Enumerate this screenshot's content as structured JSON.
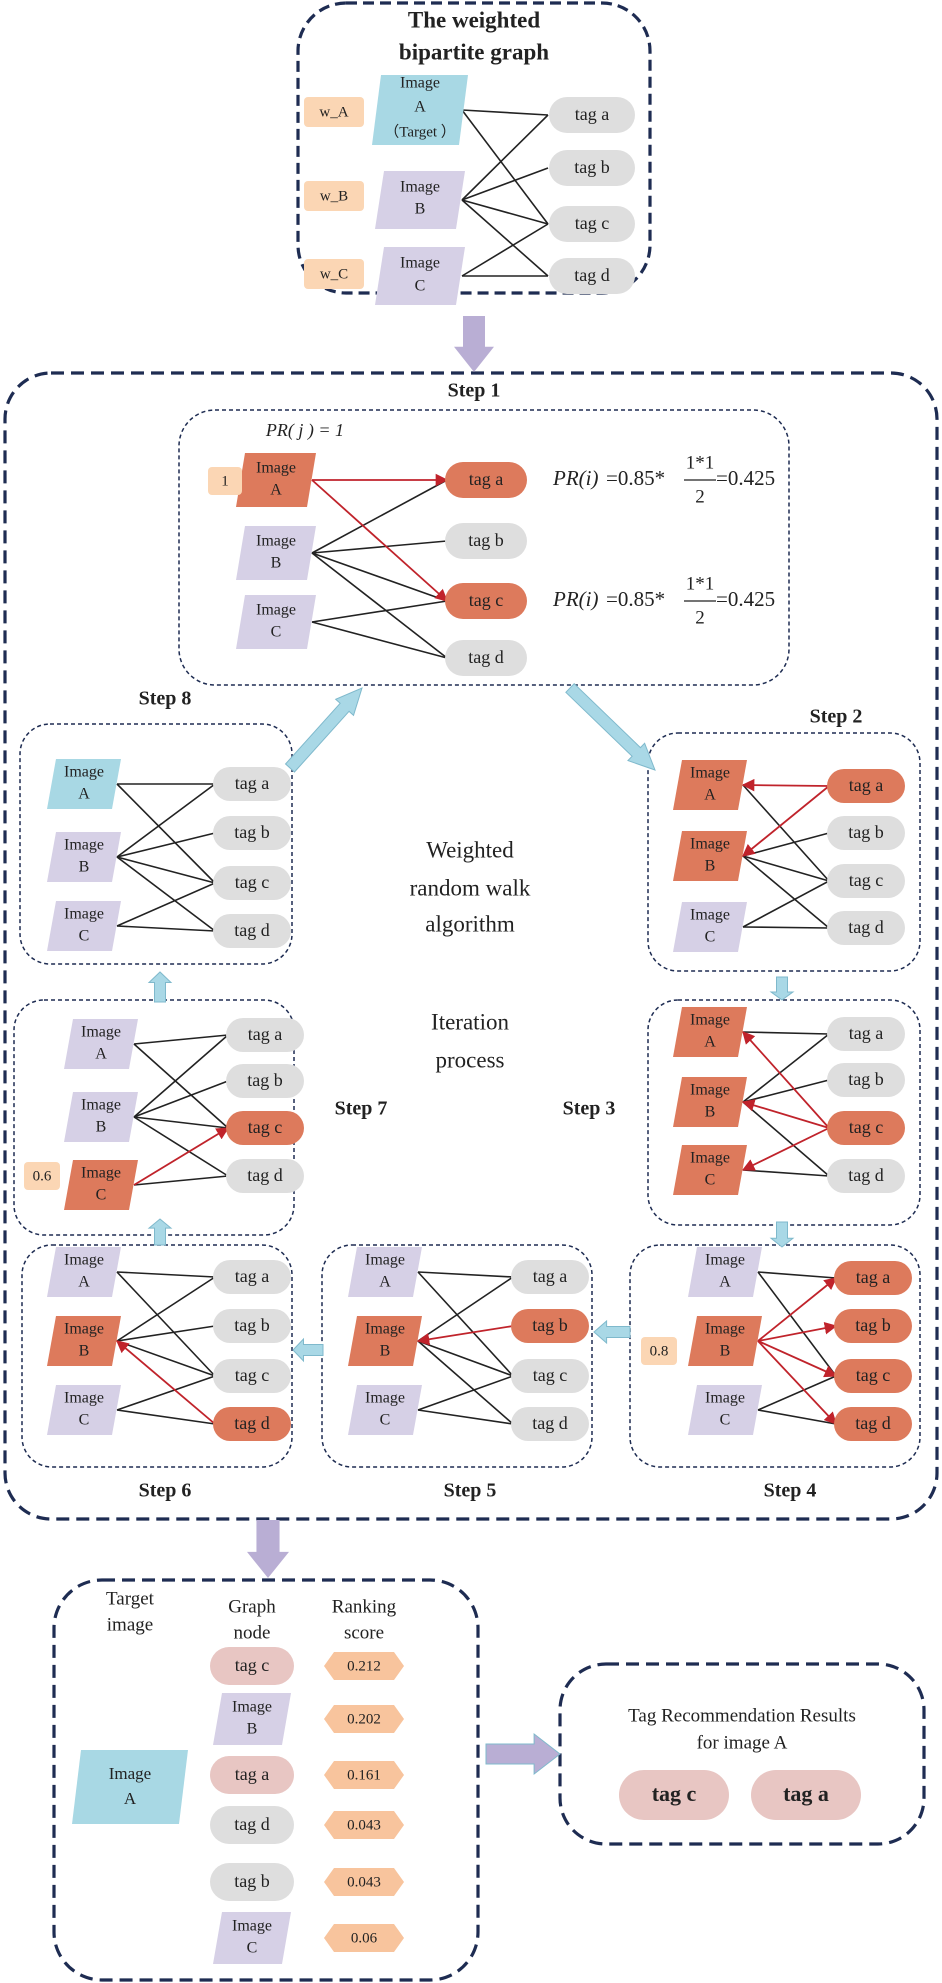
{
  "colors": {
    "frame": "#1e2c52",
    "line": "#222222",
    "arrow_red": "#c0232b",
    "image_target": "#a8d8e4",
    "image_default": "#d6d0e6",
    "image_active": "#dd7a5c",
    "tag_default": "#dedede",
    "tag_active": "#dd7a5c",
    "tag_result": "#e8c6c3",
    "weight_box": "#fbd6b4",
    "score_box": "#f8c49d",
    "block_arrow_purple": "#b9aed4",
    "block_arrow_blue": "#a9d8e6"
  },
  "top": {
    "title_line1": "The weighted",
    "title_line2": "bipartite graph",
    "weights": [
      "w_A",
      "w_B",
      "w_C"
    ],
    "images": [
      {
        "line1": "Image",
        "line2": "A",
        "line3": "（Target ）"
      },
      {
        "line1": "Image",
        "line2": "B"
      },
      {
        "line1": "Image",
        "line2": "C"
      }
    ],
    "tags": [
      "tag a",
      "tag b",
      "tag c",
      "tag d"
    ]
  },
  "image_labels": {
    "word": "Image",
    "a": "A",
    "b": "B",
    "c": "C"
  },
  "tags": [
    "tag a",
    "tag b",
    "tag c",
    "tag d"
  ],
  "steps": {
    "s1": "Step 1",
    "s2": "Step 2",
    "s3": "Step 3",
    "s4": "Step 4",
    "s5": "Step 5",
    "s6": "Step 6",
    "s7": "Step 7",
    "s8": "Step 8"
  },
  "step1": {
    "pr_j": "PR( j ) = 1",
    "weight": "1",
    "formula_lhs": "PR(i)",
    "formula_mid": "=0.85*",
    "formula_num": "1*1",
    "formula_den": "2",
    "formula_res": "=0.425"
  },
  "step4_weight": "0.8",
  "step7_weight": "0.6",
  "center": {
    "line1": "Weighted",
    "line2": "random walk",
    "line3": "algorithm",
    "line4": "Iteration",
    "line5": "process"
  },
  "ranking": {
    "header_target": [
      "Target",
      "image"
    ],
    "header_node": [
      "Graph",
      "node"
    ],
    "header_score": [
      "Ranking",
      "score"
    ],
    "target_image": {
      "line1": "Image",
      "line2": "A"
    },
    "rows": [
      {
        "kind": "tag",
        "label": "tag c",
        "style": "result",
        "score": "0.212"
      },
      {
        "kind": "image",
        "line1": "Image",
        "line2": "B",
        "score": "0.202"
      },
      {
        "kind": "tag",
        "label": "tag a",
        "style": "result",
        "score": "0.161"
      },
      {
        "kind": "tag",
        "label": "tag d",
        "style": "default",
        "score": "0.043"
      },
      {
        "kind": "tag",
        "label": "tag b",
        "style": "default",
        "score": "0.043"
      },
      {
        "kind": "image",
        "line1": "Image",
        "line2": "C",
        "score": "0.06"
      }
    ]
  },
  "result": {
    "title_line1": "Tag Recommendation Results",
    "title_line2": "for image A",
    "tags": [
      "tag c",
      "tag a"
    ]
  }
}
